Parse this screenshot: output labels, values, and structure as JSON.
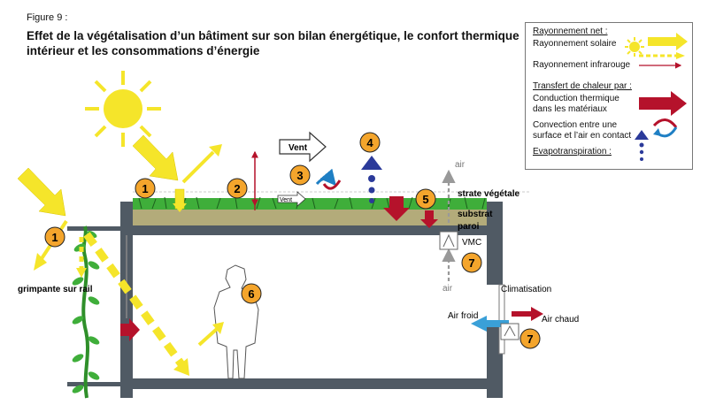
{
  "figure_label": "Figure 9 :",
  "title": "Effet de la végétalisation d’un bâtiment sur son bilan énergétique, le confort thermique intérieur et les consommations d’énergie",
  "legend": {
    "net_radiation_heading": "Rayonnement net :",
    "solar_radiation": "Rayonnement solaire",
    "infrared_radiation": "Rayonnement infrarouge",
    "heat_transfer_heading": "Transfert de chaleur par :",
    "conduction": "Conduction thermique dans les matériaux",
    "convection": "Convection entre une surface et l’air en contact",
    "evapotranspiration": "Evapotranspiration :"
  },
  "labels": {
    "vent_big": "Vent",
    "vent_small": "Vent",
    "strate_vegetale": "strate végétale",
    "substrat": "substrat",
    "paroi": "paroi",
    "air_top": "air",
    "air_bottom": "air",
    "vmc": "VMC",
    "climatisation": "Climatisation",
    "air_froid": "Air froid",
    "air_chaud": "Air chaud",
    "grimpante": "grimpante sur rail"
  },
  "markers": {
    "m1_roof": "1",
    "m1_wall": "1",
    "m2": "2",
    "m3": "3",
    "m4": "4",
    "m5": "5",
    "m6": "6",
    "m7_vmc": "7",
    "m7_clim": "7"
  },
  "colors": {
    "solar": "#f5e52a",
    "conduction": "#b5122b",
    "convection_blue": "#1f7fc4",
    "evapo": "#2b3a9a",
    "building": "#505a64",
    "vegetation": "#3fae3a",
    "substrate": "#b3ab7a",
    "marker_fill": "#f4a52c",
    "air_flow": "#3aa0d8"
  }
}
